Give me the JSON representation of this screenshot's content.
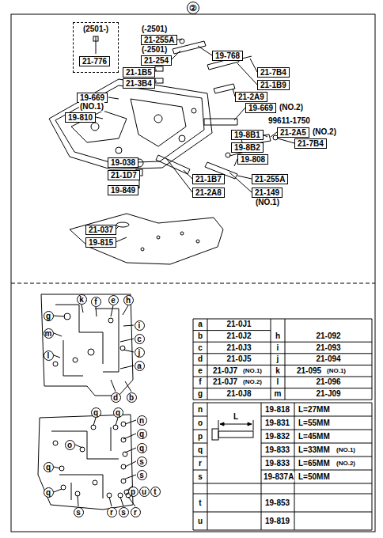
{
  "diagram": {
    "nodes": [
      {
        "text": [
          "②"
        ]
      },
      {
        "text": [
          "(2501-)"
        ]
      },
      {
        "text": [
          "21-776"
        ],
        "in": 1
      },
      {
        "text": [
          "21-255A"
        ]
      },
      {
        "text": [
          "21-254"
        ]
      },
      {
        "text": [
          "19-768"
        ]
      },
      {
        "text": [
          "21-1B5"
        ]
      },
      {
        "text": [
          "21-7B4"
        ]
      },
      {
        "text": [
          "21-3B4"
        ]
      },
      {
        "text": [
          "21-1B9"
        ]
      },
      {
        "text": [
          "21-2A9"
        ]
      },
      {
        "text": [
          "19-669"
        ]
      },
      {
        "text": [
          "19-669"
        ]
      },
      {
        "text": [
          "19-810"
        ]
      },
      {
        "text": [
          "21-2A5"
        ]
      },
      {
        "text": [
          "19-8B1"
        ]
      },
      {
        "text": [
          "21-7B4"
        ]
      },
      {
        "text": [
          "19-8B2"
        ]
      },
      {
        "text": [
          "19-808"
        ]
      },
      {
        "text": [
          "19-038"
        ]
      },
      {
        "text": [
          "21-1D7"
        ]
      },
      {
        "text": [
          "21-1B7"
        ]
      },
      {
        "text": [
          "21-255A"
        ]
      },
      {
        "text": [
          "19-849"
        ]
      },
      {
        "text": [
          "21-2A8"
        ]
      },
      {
        "text": [
          "21-149"
        ]
      },
      {
        "text": [
          "21-037"
        ]
      },
      {
        "text": [
          "19-815"
        ]
      },
      {
        "text": [
          "k"
        ]
      },
      {
        "text": [
          "f"
        ]
      },
      {
        "text": [
          "e"
        ]
      },
      {
        "text": [
          "h"
        ]
      },
      {
        "text": [
          "g"
        ]
      },
      {
        "text": [
          "i"
        ]
      },
      {
        "text": [
          "m"
        ]
      },
      {
        "text": [
          "c"
        ]
      },
      {
        "text": [
          "j"
        ]
      },
      {
        "text": [
          "l"
        ]
      },
      {
        "text": [
          "a"
        ]
      },
      {
        "text": [
          "d"
        ]
      },
      {
        "text": [
          "b"
        ]
      },
      {
        "text": [
          "q"
        ]
      },
      {
        "text": [
          "q"
        ]
      },
      {
        "text": [
          "n"
        ]
      },
      {
        "text": [
          "q"
        ]
      },
      {
        "text": [
          "o"
        ]
      },
      {
        "text": [
          "q"
        ]
      },
      {
        "text": [
          "s"
        ]
      },
      {
        "text": [
          "q"
        ]
      },
      {
        "text": [
          "s"
        ]
      },
      {
        "text": [
          "q"
        ]
      },
      {
        "text": [
          "p"
        ]
      },
      {
        "text": [
          "u"
        ]
      },
      {
        "text": [
          "t"
        ]
      },
      {
        "text": [
          "s"
        ]
      },
      {
        "text": [
          "r"
        ]
      },
      {
        "text": [
          "s"
        ]
      },
      {
        "text": [
          "r"
        ]
      }
    ],
    "labels": [
      "(-2501)",
      "(-2501)",
      "(NO.1)",
      "(NO.2)",
      "99611-1750",
      "(NO.2)",
      "(NO.1)",
      "a",
      "21-0J1",
      "b",
      "21-0J2",
      "h",
      "21-092",
      "c",
      "21-0J3",
      "i",
      "21-093",
      "d",
      "21-0J5",
      "j",
      "21-094",
      "e",
      "21-0J7",
      "(NO.1)",
      "k",
      "21-095",
      "(NO.1)",
      "f",
      "21-0J7",
      "(NO.2)",
      "l",
      "21-096",
      "g",
      "21-0J8",
      "m",
      "21-J09",
      "n",
      "19-818",
      "L=27MM",
      "o",
      "19-831",
      "L=55MM",
      "p",
      "19-832",
      "L=45MM",
      "q",
      "19-833",
      "L=33MM",
      "(NO.1)",
      "r",
      "19-833",
      "L=65MM",
      "(NO.2)",
      "s",
      "19-837A",
      "L=50MM",
      "L",
      "t",
      "19-853",
      "u",
      "19-819"
    ]
  }
}
